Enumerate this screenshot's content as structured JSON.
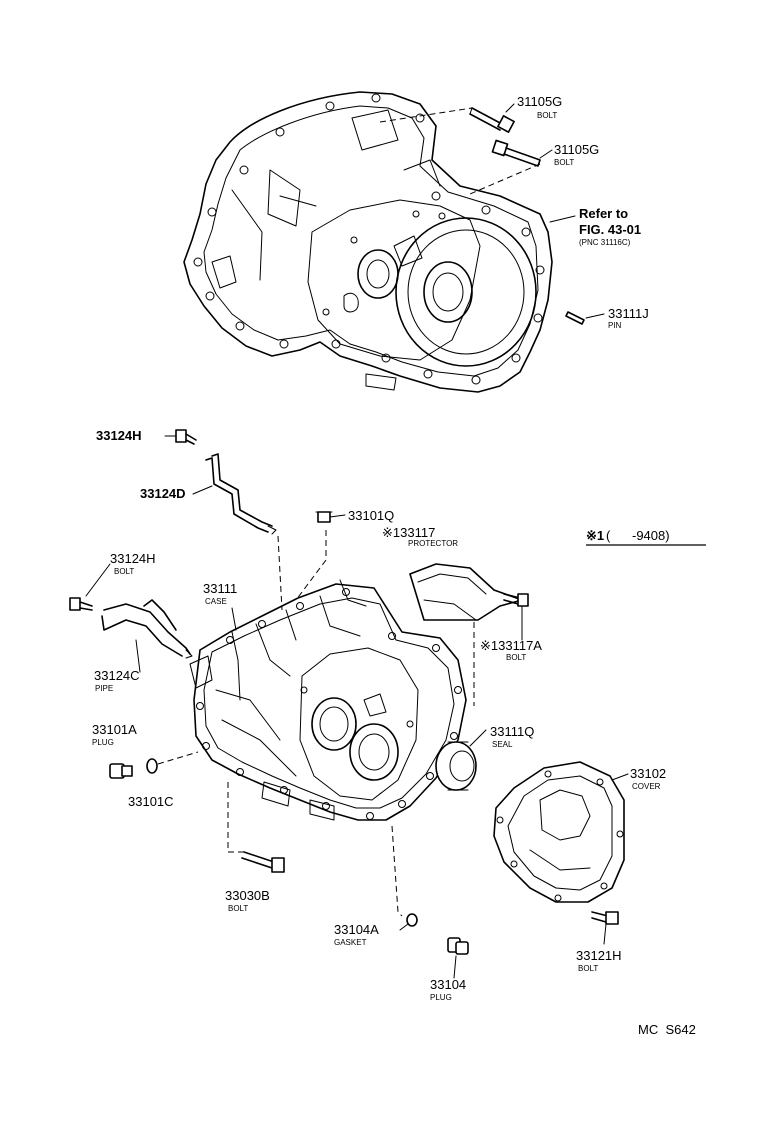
{
  "refer": {
    "line1": "Refer to",
    "line2": "FIG. 43-01",
    "line3": "(PNC 31116C)"
  },
  "note": {
    "mark": "※1",
    "range": "(      -9408)"
  },
  "footer": {
    "code": "MC  S642"
  },
  "parts": [
    {
      "id": "31105G_a",
      "number": "31105G",
      "desc": "BOLT"
    },
    {
      "id": "31105G_b",
      "number": "31105G",
      "desc": "BOLT"
    },
    {
      "id": "33111J",
      "number": "33111J",
      "desc": "PIN"
    },
    {
      "id": "33124H_a",
      "number": "33124H",
      "desc": ""
    },
    {
      "id": "33124D",
      "number": "33124D",
      "desc": ""
    },
    {
      "id": "33101Q",
      "number": "33101Q",
      "desc": ""
    },
    {
      "id": "33117",
      "number": "※133117",
      "desc": "PROTECTOR"
    },
    {
      "id": "33124H_b",
      "number": "33124H",
      "desc": "BOLT"
    },
    {
      "id": "33111",
      "number": "33111",
      "desc": "CASE"
    },
    {
      "id": "33117A",
      "number": "※133117A",
      "desc": "BOLT"
    },
    {
      "id": "33124C",
      "number": "33124C",
      "desc": "PIPE"
    },
    {
      "id": "33101A",
      "number": "33101A",
      "desc": "PLUG"
    },
    {
      "id": "33111Q",
      "number": "33111Q",
      "desc": "SEAL"
    },
    {
      "id": "33102",
      "number": "33102",
      "desc": "COVER"
    },
    {
      "id": "33101C",
      "number": "33101C",
      "desc": ""
    },
    {
      "id": "33030B",
      "number": "33030B",
      "desc": "BOLT"
    },
    {
      "id": "33104A",
      "number": "33104A",
      "desc": "GASKET"
    },
    {
      "id": "33121H",
      "number": "33121H",
      "desc": "BOLT"
    },
    {
      "id": "33104",
      "number": "33104",
      "desc": "PLUG"
    }
  ]
}
